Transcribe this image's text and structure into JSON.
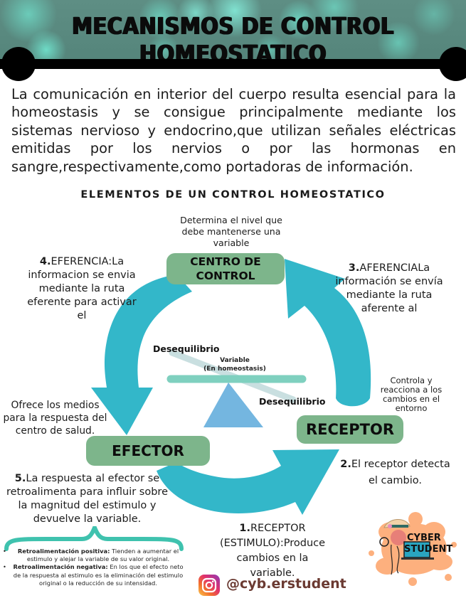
{
  "header": {
    "title": "MECANISMOS DE CONTROL HOMEOSTATICO"
  },
  "intro": {
    "text": "La comunicación en interior del cuerpo resulta esencial para la homeostasis y se consigue principalmente mediante los sistemas nervioso y endocrino,que utilizan señales eléctricas emitidas por los nervios o por las hormonas en sangre,respectivamente,como portadoras de información."
  },
  "section": {
    "title": "ELEMENTOS DE UN CONTROL HOMEOSTATICO"
  },
  "diagram": {
    "colors": {
      "arrow": "#33b7c9",
      "box": "#7db58b",
      "beam": "#7fd0bf",
      "beam_tilted": "#c9dfe0",
      "fulcrum": "#74b6e0"
    },
    "centro": {
      "box_line1": "CENTRO DE",
      "box_line2": "CONTROL",
      "desc_line1": "Determina el nivel que",
      "desc_line2": "debe mantenerse una",
      "desc_line3": "variable"
    },
    "receptor": {
      "box_label": "RECEPTOR",
      "desc_line1": "Controla y",
      "desc_line2": "reacciona a los",
      "desc_line3": "cambios en el",
      "desc_line4": "entorno"
    },
    "efector": {
      "box_label": "EFECTOR",
      "desc_line1": "Ofrece los medios",
      "desc_line2": "para la respuesta del",
      "desc_line3": "centro de salud."
    },
    "balance": {
      "desequilibrio_top": "Desequilibrio",
      "desequilibrio_bottom": "Desequilibrio",
      "variable_line1": "Variable",
      "variable_line2": "(En homeostasis)"
    },
    "steps": {
      "step1": {
        "num": "1.",
        "line1": "RECEPTOR",
        "line2": "(ESTIMULO):Produce",
        "line3": "cambios en la",
        "line4": "variable."
      },
      "step2": {
        "num": "2.",
        "line1": "El receptor detecta",
        "line2": "el cambio."
      },
      "step3": {
        "num": "3.",
        "line1": "AFERENCIALa",
        "line2": "información se envía",
        "line3": "mediante la ruta",
        "line4": "aferente al"
      },
      "step4": {
        "num": "4.",
        "line1": "EFERENCIA:La",
        "line2": "informacion se envia",
        "line3": "mediante la ruta",
        "line4": "eferente para activar",
        "line5": "el"
      },
      "step5": {
        "num": "5.",
        "line1": "La respuesta al efector se",
        "line2": "retroalimenta para influir sobre",
        "line3": "la magnitud del estimulo y",
        "line4": "devuelve la variable."
      }
    }
  },
  "notes": {
    "items": [
      {
        "term": "Retroalimentación positiva:",
        "text": "Tienden a aumentar el estimulo y alejar la variable de su valor original."
      },
      {
        "term": "Retroalimentación negativa:",
        "text": "En los que el efecto neto de la respuesta al estimulo es la eliminación del estimulo original o la reducción de su intensidad."
      }
    ]
  },
  "social": {
    "icon": "instagram-icon",
    "handle": "@cyb.erstudent"
  },
  "logo": {
    "line1": "CYBER",
    "line2": "STUDENT",
    "splash_color": "#fdb07e"
  }
}
